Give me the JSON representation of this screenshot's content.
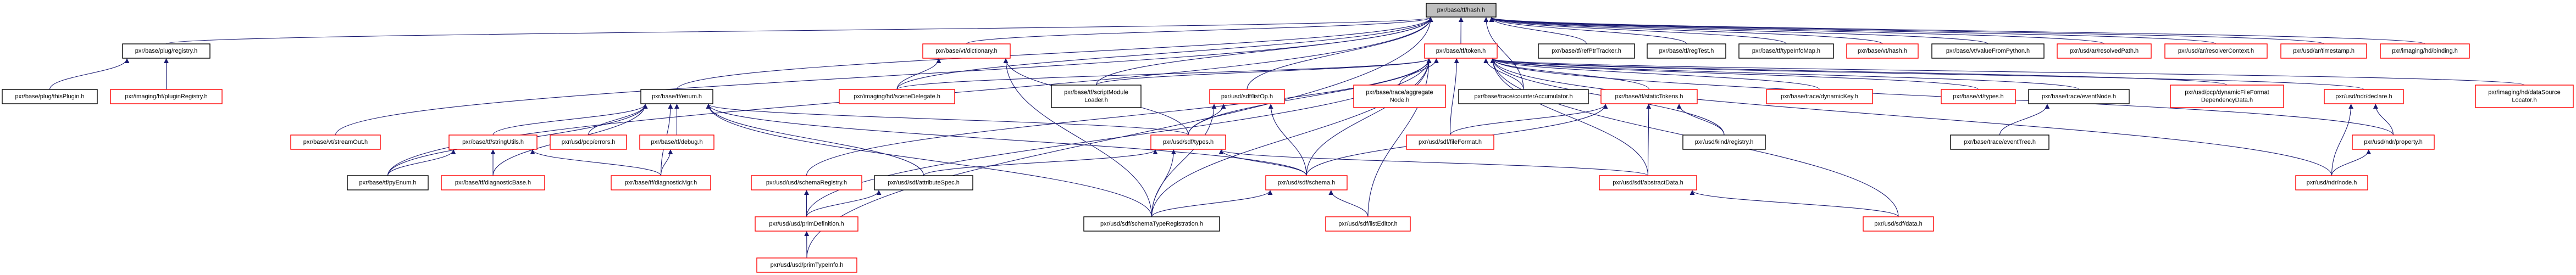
{
  "title": "pxr/base/tf/hash.h",
  "colors": {
    "edge": "#191970",
    "linked": "#ff0000",
    "plain": "#000000",
    "focus_fill": "#bfbfbf"
  },
  "nodes": [
    {
      "id": "hash",
      "lines": [
        "pxr/base/tf/hash.h"
      ],
      "border": "#000000",
      "focus": true
    },
    {
      "id": "plugRegistry",
      "lines": [
        "pxr/base/plug/registry.h"
      ],
      "border": "#000000"
    },
    {
      "id": "thisPlugin",
      "lines": [
        "pxr/base/plug/thisPlugin.h"
      ],
      "border": "#000000"
    },
    {
      "id": "pluginRegistry",
      "lines": [
        "pxr/imaging/hf/pluginRegistry.h"
      ],
      "border": "#ff0000"
    },
    {
      "id": "streamOut",
      "lines": [
        "pxr/base/vt/streamOut.h"
      ],
      "border": "#ff0000"
    },
    {
      "id": "pyEnum",
      "lines": [
        "pxr/base/tf/pyEnum.h"
      ],
      "border": "#000000"
    },
    {
      "id": "enum",
      "lines": [
        "pxr/base/tf/enum.h"
      ],
      "border": "#000000"
    },
    {
      "id": "stringUtils",
      "lines": [
        "pxr/base/tf/stringUtils.h"
      ],
      "border": "#ff0000"
    },
    {
      "id": "pcpErrors",
      "lines": [
        "pxr/usd/pcp/errors.h"
      ],
      "border": "#ff0000"
    },
    {
      "id": "debug",
      "lines": [
        "pxr/base/tf/debug.h"
      ],
      "border": "#ff0000"
    },
    {
      "id": "diagnosticBase",
      "lines": [
        "pxr/base/tf/diagnosticBase.h"
      ],
      "border": "#ff0000"
    },
    {
      "id": "diagnosticMgr",
      "lines": [
        "pxr/base/tf/diagnosticMgr.h"
      ],
      "border": "#ff0000"
    },
    {
      "id": "schemaRegistry",
      "lines": [
        "pxr/usd/usd/schemaRegistry.h"
      ],
      "border": "#ff0000"
    },
    {
      "id": "primDefinition",
      "lines": [
        "pxr/usd/usd/primDefinition.h"
      ],
      "border": "#ff0000"
    },
    {
      "id": "primTypeInfo",
      "lines": [
        "pxr/usd/usd/primTypeInfo.h"
      ],
      "border": "#ff0000"
    },
    {
      "id": "sceneDelegate",
      "lines": [
        "pxr/imaging/hd/sceneDelegate.h"
      ],
      "border": "#ff0000"
    },
    {
      "id": "dictionary",
      "lines": [
        "pxr/base/vt/dictionary.h"
      ],
      "border": "#ff0000"
    },
    {
      "id": "scriptModuleLoader",
      "lines": [
        "pxr/base/tf/scriptModule",
        "Loader.h"
      ],
      "border": "#000000"
    },
    {
      "id": "listOp",
      "lines": [
        "pxr/usd/sdf/listOp.h"
      ],
      "border": "#ff0000"
    },
    {
      "id": "sdfTypes",
      "lines": [
        "pxr/usd/sdf/types.h"
      ],
      "border": "#ff0000"
    },
    {
      "id": "attributeSpec",
      "lines": [
        "pxr/usd/sdf/attributeSpec.h"
      ],
      "border": "#000000"
    },
    {
      "id": "schemaTypeRegistration",
      "lines": [
        "pxr/usd/sdf/schemaTypeRegistration.h"
      ],
      "border": "#000000"
    },
    {
      "id": "sdfSchema",
      "lines": [
        "pxr/usd/sdf/schema.h"
      ],
      "border": "#ff0000"
    },
    {
      "id": "token",
      "lines": [
        "pxr/base/tf/token.h"
      ],
      "border": "#ff0000"
    },
    {
      "id": "refPtrTracker",
      "lines": [
        "pxr/base/tf/refPtrTracker.h"
      ],
      "border": "#000000"
    },
    {
      "id": "regTest",
      "lines": [
        "pxr/base/tf/regTest.h"
      ],
      "border": "#000000"
    },
    {
      "id": "typeInfoMap",
      "lines": [
        "pxr/base/tf/typeInfoMap.h"
      ],
      "border": "#000000"
    },
    {
      "id": "aggregateNode",
      "lines": [
        "pxr/base/trace/aggregate",
        "Node.h"
      ],
      "border": "#ff0000"
    },
    {
      "id": "counterAccumulator",
      "lines": [
        "pxr/base/trace/counterAccumulator.h"
      ],
      "border": "#000000"
    },
    {
      "id": "staticTokens",
      "lines": [
        "pxr/base/tf/staticTokens.h"
      ],
      "border": "#ff0000"
    },
    {
      "id": "fileFormat",
      "lines": [
        "pxr/usd/sdf/fileFormat.h"
      ],
      "border": "#ff0000"
    },
    {
      "id": "kindRegistry",
      "lines": [
        "pxr/usd/kind/registry.h"
      ],
      "border": "#000000"
    },
    {
      "id": "abstractData",
      "lines": [
        "pxr/usd/sdf/abstractData.h"
      ],
      "border": "#ff0000"
    },
    {
      "id": "listEditor",
      "lines": [
        "pxr/usd/sdf/listEditor.h"
      ],
      "border": "#ff0000"
    },
    {
      "id": "vtHash",
      "lines": [
        "pxr/base/vt/hash.h"
      ],
      "border": "#ff0000"
    },
    {
      "id": "valueFromPython",
      "lines": [
        "pxr/base/vt/valueFromPython.h"
      ],
      "border": "#000000"
    },
    {
      "id": "resolvedPath",
      "lines": [
        "pxr/usd/ar/resolvedPath.h"
      ],
      "border": "#ff0000"
    },
    {
      "id": "resolverContext",
      "lines": [
        "pxr/usd/ar/resolverContext.h"
      ],
      "border": "#ff0000"
    },
    {
      "id": "timestamp",
      "lines": [
        "pxr/usd/ar/timestamp.h"
      ],
      "border": "#ff0000"
    },
    {
      "id": "binding",
      "lines": [
        "pxr/imaging/hd/binding.h"
      ],
      "border": "#ff0000"
    },
    {
      "id": "dynamicKey",
      "lines": [
        "pxr/base/trace/dynamicKey.h"
      ],
      "border": "#ff0000"
    },
    {
      "id": "vtTypes",
      "lines": [
        "pxr/base/vt/types.h"
      ],
      "border": "#ff0000"
    },
    {
      "id": "eventNode",
      "lines": [
        "pxr/base/trace/eventNode.h"
      ],
      "border": "#000000"
    },
    {
      "id": "eventTree",
      "lines": [
        "pxr/base/trace/eventTree.h"
      ],
      "border": "#000000"
    },
    {
      "id": "sdfData",
      "lines": [
        "pxr/usd/sdf/data.h"
      ],
      "border": "#ff0000"
    },
    {
      "id": "dynFileFormat",
      "lines": [
        "pxr/usd/pcp/dynamicFileFormat",
        "DependencyData.h"
      ],
      "border": "#ff0000"
    },
    {
      "id": "ndrDeclare",
      "lines": [
        "pxr/usd/ndr/declare.h"
      ],
      "border": "#ff0000"
    },
    {
      "id": "ndrProperty",
      "lines": [
        "pxr/usd/ndr/property.h"
      ],
      "border": "#ff0000"
    },
    {
      "id": "ndrNode",
      "lines": [
        "pxr/usd/ndr/node.h"
      ],
      "border": "#ff0000"
    },
    {
      "id": "dataSourceLocator",
      "lines": [
        "pxr/imaging/hd/dataSource",
        "Locator.h"
      ],
      "border": "#ff0000"
    }
  ],
  "edges": [
    [
      "plugRegistry",
      "hash"
    ],
    [
      "token",
      "hash"
    ],
    [
      "enum",
      "hash"
    ],
    [
      "dictionary",
      "hash"
    ],
    [
      "refPtrTracker",
      "hash"
    ],
    [
      "regTest",
      "hash"
    ],
    [
      "typeInfoMap",
      "hash"
    ],
    [
      "vtHash",
      "hash"
    ],
    [
      "valueFromPython",
      "hash"
    ],
    [
      "resolvedPath",
      "hash"
    ],
    [
      "resolverContext",
      "hash"
    ],
    [
      "timestamp",
      "hash"
    ],
    [
      "binding",
      "hash"
    ],
    [
      "scriptModuleLoader",
      "hash"
    ],
    [
      "pyEnum",
      "hash"
    ],
    [
      "streamOut",
      "hash"
    ],
    [
      "primTypeInfo",
      "hash"
    ],
    [
      "sceneDelegate",
      "hash"
    ],
    [
      "listOp",
      "hash"
    ],
    [
      "counterAccumulator",
      "hash"
    ],
    [
      "thisPlugin",
      "plugRegistry"
    ],
    [
      "pluginRegistry",
      "plugRegistry"
    ],
    [
      "aggregateNode",
      "token"
    ],
    [
      "counterAccumulator",
      "token"
    ],
    [
      "staticTokens",
      "token"
    ],
    [
      "fileFormat",
      "token"
    ],
    [
      "dynamicKey",
      "token"
    ],
    [
      "vtTypes",
      "token"
    ],
    [
      "eventNode",
      "token"
    ],
    [
      "dynFileFormat",
      "token"
    ],
    [
      "ndrDeclare",
      "token"
    ],
    [
      "dataSourceLocator",
      "token"
    ],
    [
      "sdfTypes",
      "token"
    ],
    [
      "sdfSchema",
      "token"
    ],
    [
      "listEditor",
      "token"
    ],
    [
      "abstractData",
      "token"
    ],
    [
      "kindRegistry",
      "token"
    ],
    [
      "ndrProperty",
      "token"
    ],
    [
      "ndrNode",
      "token"
    ],
    [
      "sdfData",
      "token"
    ],
    [
      "scriptModuleLoader",
      "token"
    ],
    [
      "schemaTypeRegistration",
      "token"
    ],
    [
      "sceneDelegate",
      "token"
    ],
    [
      "schemaRegistry",
      "token"
    ],
    [
      "primDefinition",
      "token"
    ],
    [
      "stringUtils",
      "enum"
    ],
    [
      "pcpErrors",
      "enum"
    ],
    [
      "debug",
      "enum"
    ],
    [
      "diagnosticMgr",
      "enum"
    ],
    [
      "diagnosticBase",
      "enum"
    ],
    [
      "pyEnum",
      "enum"
    ],
    [
      "attributeSpec",
      "enum"
    ],
    [
      "schemaTypeRegistration",
      "enum"
    ],
    [
      "sdfTypes",
      "enum"
    ],
    [
      "sdfSchema",
      "enum"
    ],
    [
      "diagnosticBase",
      "stringUtils"
    ],
    [
      "diagnosticMgr",
      "stringUtils"
    ],
    [
      "pyEnum",
      "stringUtils"
    ],
    [
      "diagnosticMgr",
      "debug"
    ],
    [
      "sceneDelegate",
      "dictionary"
    ],
    [
      "sdfTypes",
      "dictionary"
    ],
    [
      "schemaTypeRegistration",
      "dictionary"
    ],
    [
      "sdfTypes",
      "listOp"
    ],
    [
      "schemaTypeRegistration",
      "listOp"
    ],
    [
      "sdfSchema",
      "listOp"
    ],
    [
      "attributeSpec",
      "sdfTypes"
    ],
    [
      "schemaTypeRegistration",
      "sdfTypes"
    ],
    [
      "sdfSchema",
      "sdfTypes"
    ],
    [
      "abstractData",
      "sdfTypes"
    ],
    [
      "schemaTypeRegistration",
      "sdfSchema"
    ],
    [
      "listEditor",
      "sdfSchema"
    ],
    [
      "primDefinition",
      "schemaRegistry"
    ],
    [
      "primTypeInfo",
      "primDefinition"
    ],
    [
      "primDefinition",
      "attributeSpec"
    ],
    [
      "fileFormat",
      "staticTokens"
    ],
    [
      "sdfSchema",
      "staticTokens"
    ],
    [
      "abstractData",
      "staticTokens"
    ],
    [
      "kindRegistry",
      "staticTokens"
    ],
    [
      "sdfData",
      "abstractData"
    ],
    [
      "eventTree",
      "eventNode"
    ],
    [
      "ndrNode",
      "ndrDeclare"
    ],
    [
      "ndrProperty",
      "ndrDeclare"
    ],
    [
      "ndrNode",
      "ndrProperty"
    ]
  ]
}
